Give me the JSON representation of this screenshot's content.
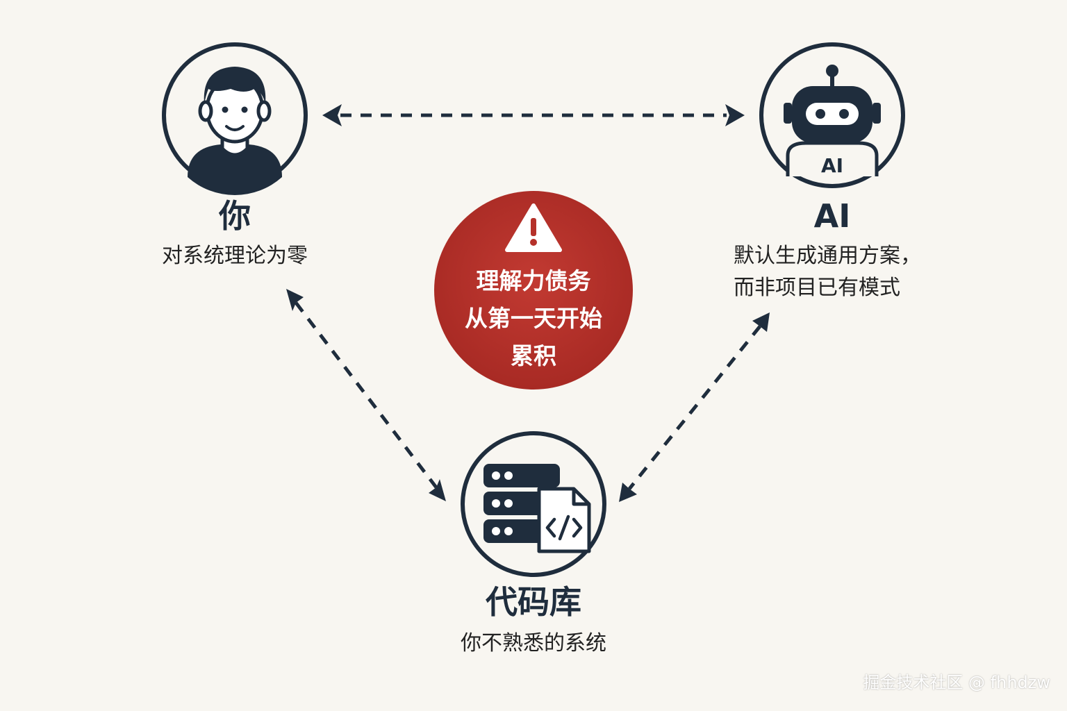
{
  "nodes": {
    "you": {
      "title": "你",
      "desc": [
        "对系统理论为零"
      ]
    },
    "ai": {
      "title": "AI",
      "desc": [
        "默认生成通用方案，",
        "而非项目已有模式"
      ],
      "badge": "AI"
    },
    "codebase": {
      "title": "代码库",
      "desc": [
        "你不熟悉的系统"
      ]
    }
  },
  "center": {
    "lines": [
      "理解力债务",
      "从第一天开始",
      "累积"
    ],
    "icon": "warning-icon"
  },
  "edges": [
    {
      "from": "you",
      "to": "ai",
      "style": "dashed-bidirectional"
    },
    {
      "from": "you",
      "to": "codebase",
      "style": "dashed-bidirectional"
    },
    {
      "from": "ai",
      "to": "codebase",
      "style": "dashed-bidirectional"
    }
  ],
  "icons": {
    "you": "person-icon",
    "ai": "robot-icon",
    "codebase": "server-code-icon"
  },
  "colors": {
    "background": "#f8f6f1",
    "stroke": "#1f2d3d",
    "accent": "#b5312a"
  },
  "watermark": "掘金技术社区 @ fhhdzw"
}
